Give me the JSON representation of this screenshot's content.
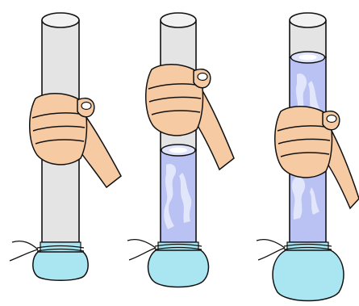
{
  "figure": {
    "panel_count": 3,
    "colors": {
      "tube_glass": "#e4e4e4",
      "tube_outline": "#111111",
      "water": "#b9c2f2",
      "water_streak": "#e2e6fb",
      "bag": "#a9e6f2",
      "skin": "#f6cba3",
      "skin_shadow": "#e7b58a",
      "fingernail": "#ffffff"
    },
    "panels": [
      {
        "step": 1,
        "tube_fill_fraction": 0.0,
        "bag_fullness": "small"
      },
      {
        "step": 2,
        "tube_fill_fraction": 0.4,
        "bag_fullness": "medium"
      },
      {
        "step": 3,
        "tube_fill_fraction": 0.85,
        "bag_fullness": "large"
      }
    ]
  }
}
